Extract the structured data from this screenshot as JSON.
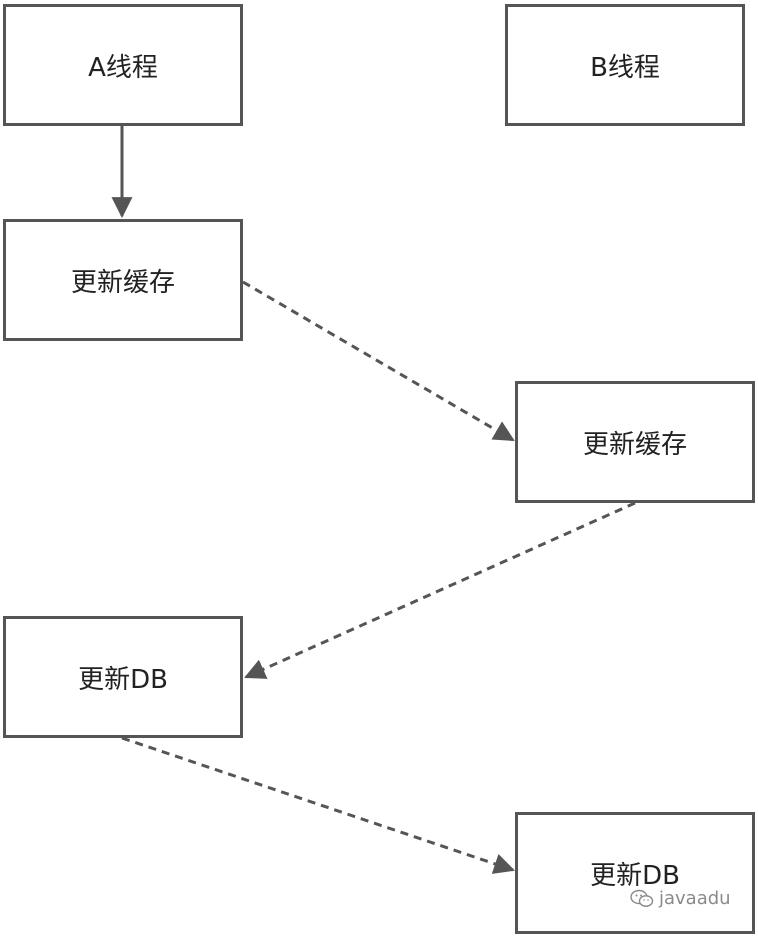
{
  "diagram": {
    "nodes": [
      {
        "id": "a",
        "label": "A线程"
      },
      {
        "id": "b",
        "label": "B线程"
      },
      {
        "id": "s1",
        "label": "更新缓存"
      },
      {
        "id": "s2",
        "label": "更新缓存"
      },
      {
        "id": "s3",
        "label": "更新DB"
      },
      {
        "id": "s4",
        "label": "更新DB"
      }
    ],
    "edges": [
      {
        "from": "a",
        "to": "s1",
        "style": "solid"
      },
      {
        "from": "s1",
        "to": "s2",
        "style": "dashed"
      },
      {
        "from": "s2",
        "to": "s3",
        "style": "dashed"
      },
      {
        "from": "s3",
        "to": "s4",
        "style": "dashed"
      }
    ],
    "colors": {
      "border": "#555555",
      "edge": "#555555"
    }
  },
  "watermark": {
    "icon": "wechat-icon",
    "text": "javaadu"
  }
}
